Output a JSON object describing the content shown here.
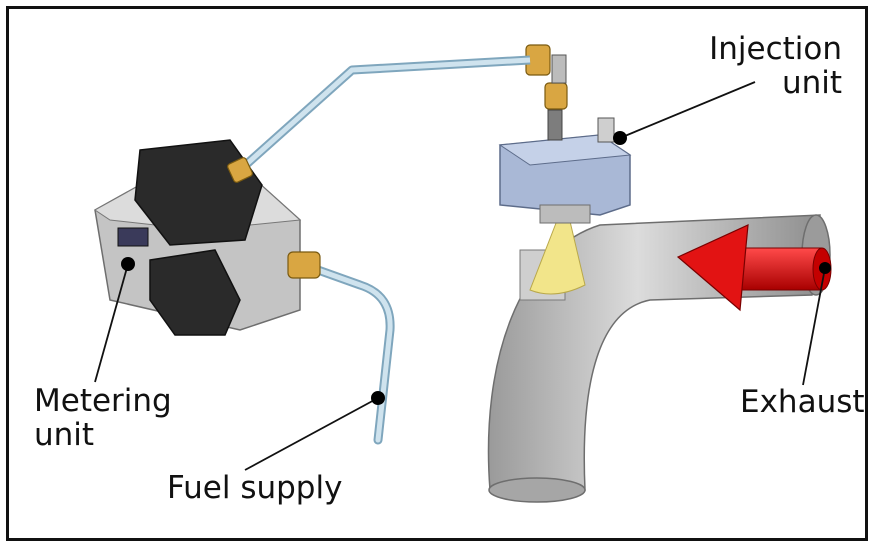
{
  "labels": {
    "injection_unit_line1": "Injection",
    "injection_unit_line2": "unit",
    "metering_unit_line1": "Metering",
    "metering_unit_line2": "unit",
    "fuel_supply": "Fuel supply",
    "exhaust": "Exhaust"
  },
  "colors": {
    "pipe": "#bcd6e6",
    "fitting": "#d9a642",
    "metering_body": "#c4c4c4",
    "connector": "#2a2a2a",
    "injector_block": "#a9b8d6",
    "exhaust_pipe": "#bdbdbd",
    "spray_cone": "#f2e58a",
    "flow_arrow": "#e21313"
  }
}
